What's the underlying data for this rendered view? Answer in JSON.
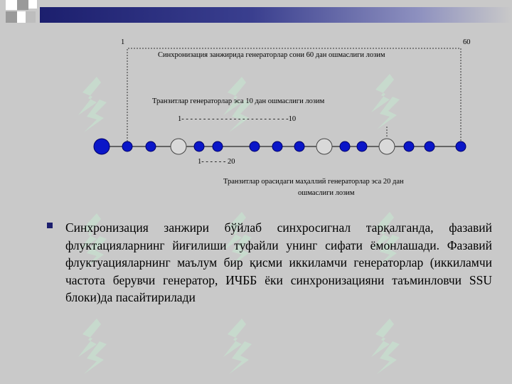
{
  "diagram": {
    "label_start": "1",
    "label_end": "60",
    "label_main_limit": "Синхронизация  занжирида генераторлар сони 60 дан ошмаслиги лозим",
    "label_transit_limit": "Транзитлар генераторлар эса 10 дан ошмаслиги лозим",
    "label_transit_range": "1- - - - - - - - - - - - - - - - - - - - - - - - -10",
    "label_local_range": "1- - - - - - 20",
    "label_local_limit_line1": "Транзитлар орасидаги маҳаллий генераторлар эса 20 дан",
    "label_local_limit_line2": "ошмаслиги лозим"
  },
  "body": {
    "paragraph": "Синхронизация занжири бўйлаб синхросигнал тарқалганда, фазавий флуктацияларнинг йиғилиши туфайли унинг сифати ёмонлашади. Фазавий флуктуацияларнинг маълум бир қисми иккиламчи генераторлар (иккиламчи частота берувчи генератор, ИЧББ ёки синхронизацияни таъминловчи SSU блоки)да пасайтирилади"
  },
  "colors": {
    "node_fill": "#0a16c8",
    "node_stroke": "#00006a",
    "transit_fill": "#d9d9d9",
    "accent": "#1c1f6e"
  }
}
